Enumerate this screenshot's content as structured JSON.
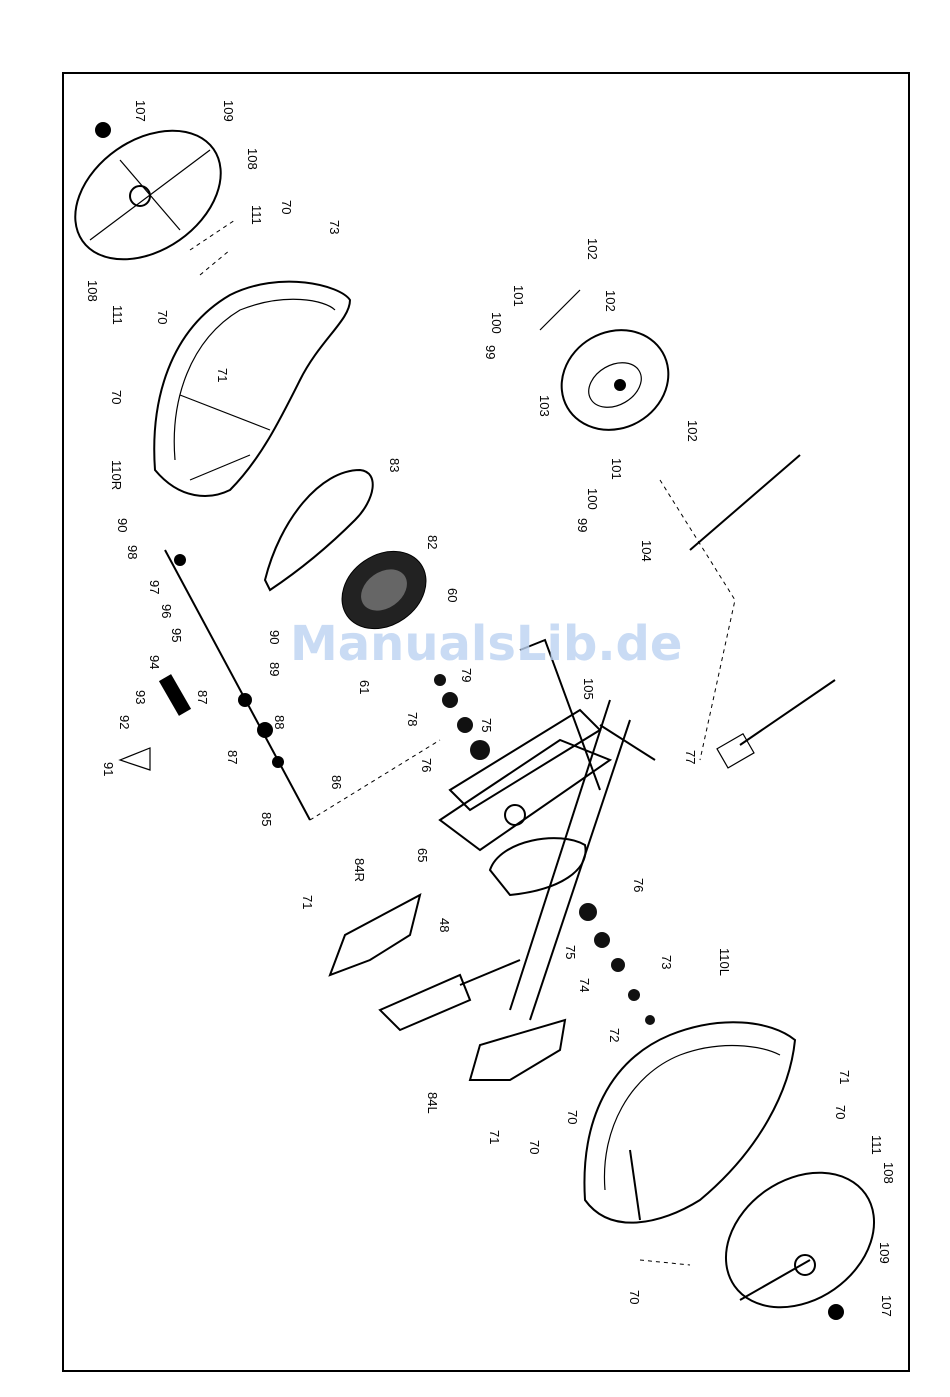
{
  "watermark": "ManualsLib.de",
  "callouts": [
    "107",
    "109",
    "108",
    "111",
    "108",
    "111",
    "70",
    "73",
    "70",
    "71",
    "70",
    "110R",
    "90",
    "98",
    "97",
    "96",
    "95",
    "94",
    "93",
    "92",
    "91",
    "90",
    "89",
    "87",
    "88",
    "87",
    "86",
    "85",
    "83",
    "82",
    "60",
    "61",
    "79",
    "78",
    "75",
    "76",
    "105",
    "65",
    "84R",
    "71",
    "48",
    "99",
    "100",
    "101",
    "102",
    "103",
    "102",
    "101",
    "100",
    "99",
    "102",
    "104",
    "77",
    "76",
    "75",
    "74",
    "73",
    "72",
    "110L",
    "71",
    "70",
    "84L",
    "71",
    "70",
    "70",
    "70",
    "111",
    "108",
    "109",
    "107"
  ]
}
